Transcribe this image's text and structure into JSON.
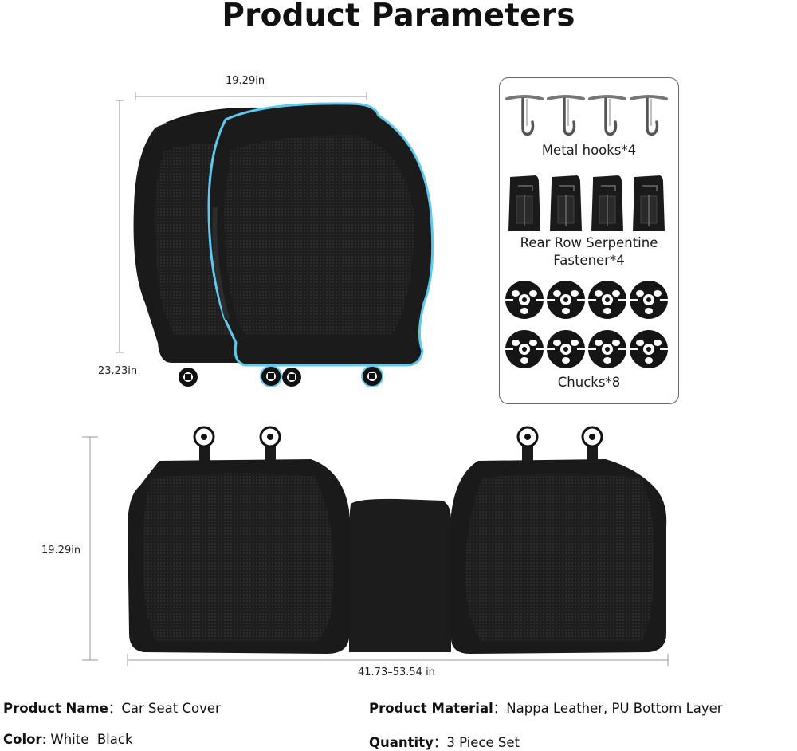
{
  "title": "Product Parameters",
  "dimensions": {
    "back_width": "19.29in",
    "back_height": "23.23in",
    "bottom_height": "19.29in",
    "bottom_width": "41.73–53.54 in"
  },
  "accessories": [
    {
      "label": "Metal hooks*4",
      "icon": "metal-hook-icon"
    },
    {
      "label_line1": "Rear Row Serpentine",
      "label_line2": "Fastener*4",
      "icon": "serpentine-fastener-icon"
    },
    {
      "label": "Chucks*8",
      "icon": "chuck-icon"
    }
  ],
  "specs": {
    "product_name_label": "Product Name",
    "product_name_value": "Car Seat Cover",
    "material_label": "Product Material",
    "material_value": "Nappa Leather, PU Bottom Layer",
    "color_label": "Color",
    "color_value": "White  Black",
    "quantity_label": "Quantity",
    "quantity_value": "3 Piece Set"
  },
  "colors": {
    "cover": "#1c1c1c",
    "mesh": "#2a2a2a",
    "highlight": "#5fc8ee"
  }
}
